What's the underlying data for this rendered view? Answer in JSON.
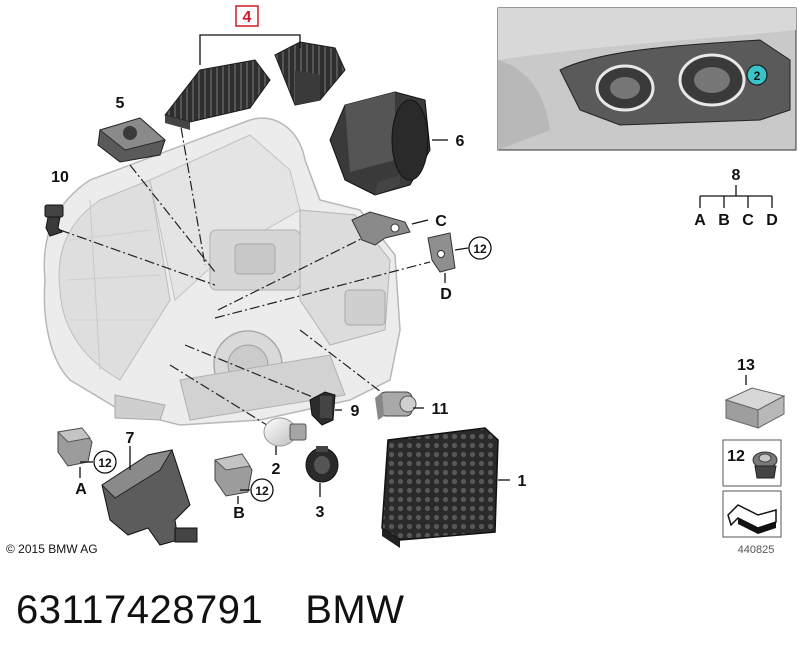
{
  "callouts": {
    "n1": "1",
    "n2": "2",
    "n3": "3",
    "n4": "4",
    "n5": "5",
    "n6": "6",
    "n7": "7",
    "n8": "8",
    "n9": "9",
    "n10": "10",
    "n11": "11",
    "n12": "12",
    "n13": "13",
    "A": "A",
    "B": "B",
    "C": "C",
    "D": "D"
  },
  "copyright": "© 2015 BMW AG",
  "diagram_code": "440825",
  "caption": {
    "part_number": "63117428791",
    "brand": "BMW"
  },
  "colors": {
    "part_dark": "#2b2b2b",
    "part_mid": "#6f6f6f",
    "housing": "#e6e6e6",
    "highlight_box": "#d11a2a",
    "teal_badge": "#38c3c8"
  }
}
